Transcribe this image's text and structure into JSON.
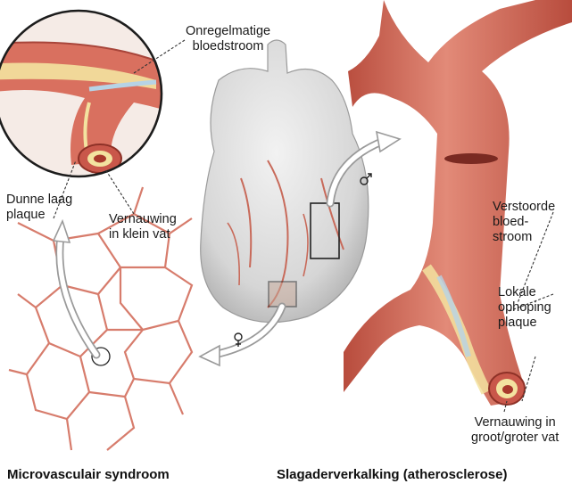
{
  "labels": {
    "irregular_flow": "Onregelmatige\nbloedstroom",
    "thin_plaque": "Dunne laag\nplaque",
    "narrowing_small": "Vernauwing\nin klein vat",
    "disturbed_flow": "Verstoorde\nbloed-\nstroom",
    "local_plaque": "Lokale\nophoping\nplaque",
    "narrowing_large": "Vernauwing in\ngroot/groter vat"
  },
  "captions": {
    "left": "Microvasculair syndroom",
    "right": "Slagaderverkalking (atherosclerose)"
  },
  "colors": {
    "artery": "#d9705f",
    "artery_dark": "#b84c3d",
    "plaque": "#f3e3a0",
    "flow": "#b6d3e6",
    "heart": "#d8d8d8"
  },
  "icons": [
    "female-icon",
    "male-icon"
  ]
}
